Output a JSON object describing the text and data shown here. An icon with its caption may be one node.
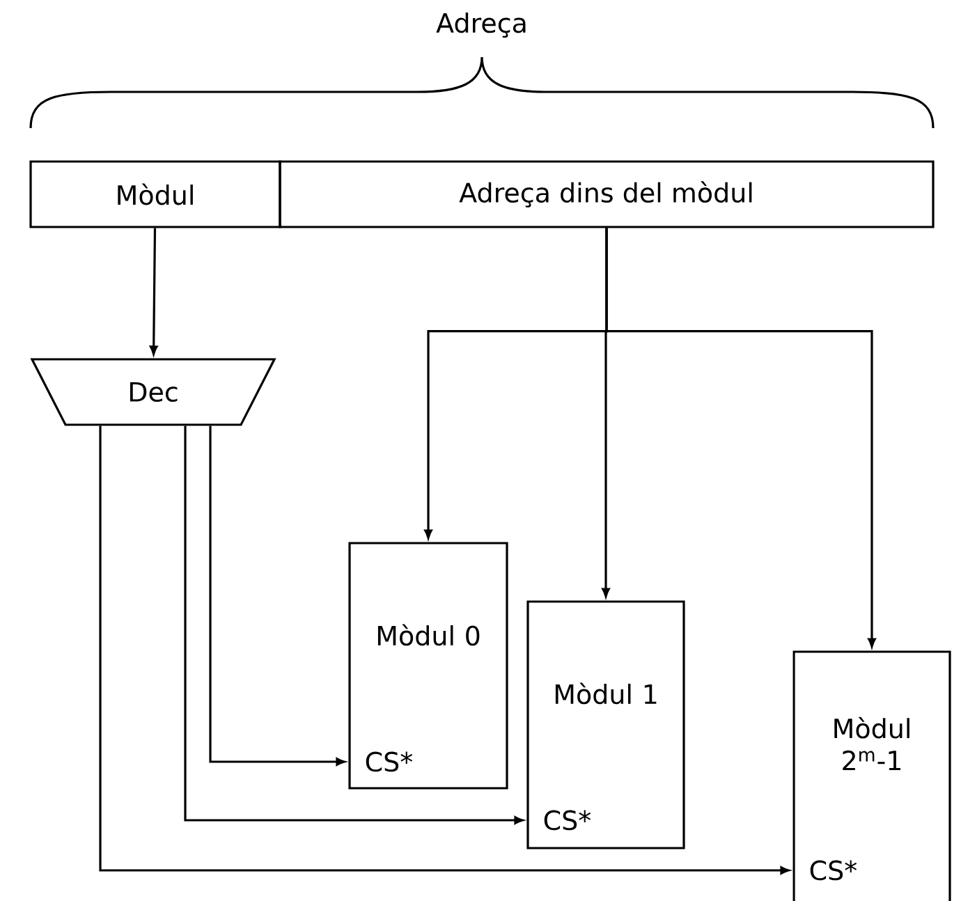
{
  "diagram": {
    "nodes": [
      {
        "text": [
          "Mòdul"
        ]
      },
      {
        "text": [
          "Adreça dins del mòdul"
        ]
      },
      {
        "text": [
          "Dec"
        ]
      },
      {
        "text": [
          "Mòdul 0",
          "CS*"
        ]
      },
      {
        "text": [
          "Mòdul 1",
          "CS*"
        ]
      },
      {
        "text": [
          "Mòdul 2$^{m}$-1",
          "CS*"
        ]
      }
    ],
    "edges": [
      {
        "from": 0,
        "to": 2,
        "arrow": "to"
      },
      {
        "from": 1,
        "to": 3,
        "arrow": "to"
      },
      {
        "from": 1,
        "to": 4,
        "arrow": "to"
      },
      {
        "from": 1,
        "to": 5,
        "arrow": "to"
      },
      {
        "from": 2,
        "to": 3,
        "arrow": "to"
      },
      {
        "from": 2,
        "to": 4,
        "arrow": "to"
      },
      {
        "from": 2,
        "to": 5,
        "arrow": "to"
      }
    ],
    "labels": [
      "Adreça"
    ]
  }
}
